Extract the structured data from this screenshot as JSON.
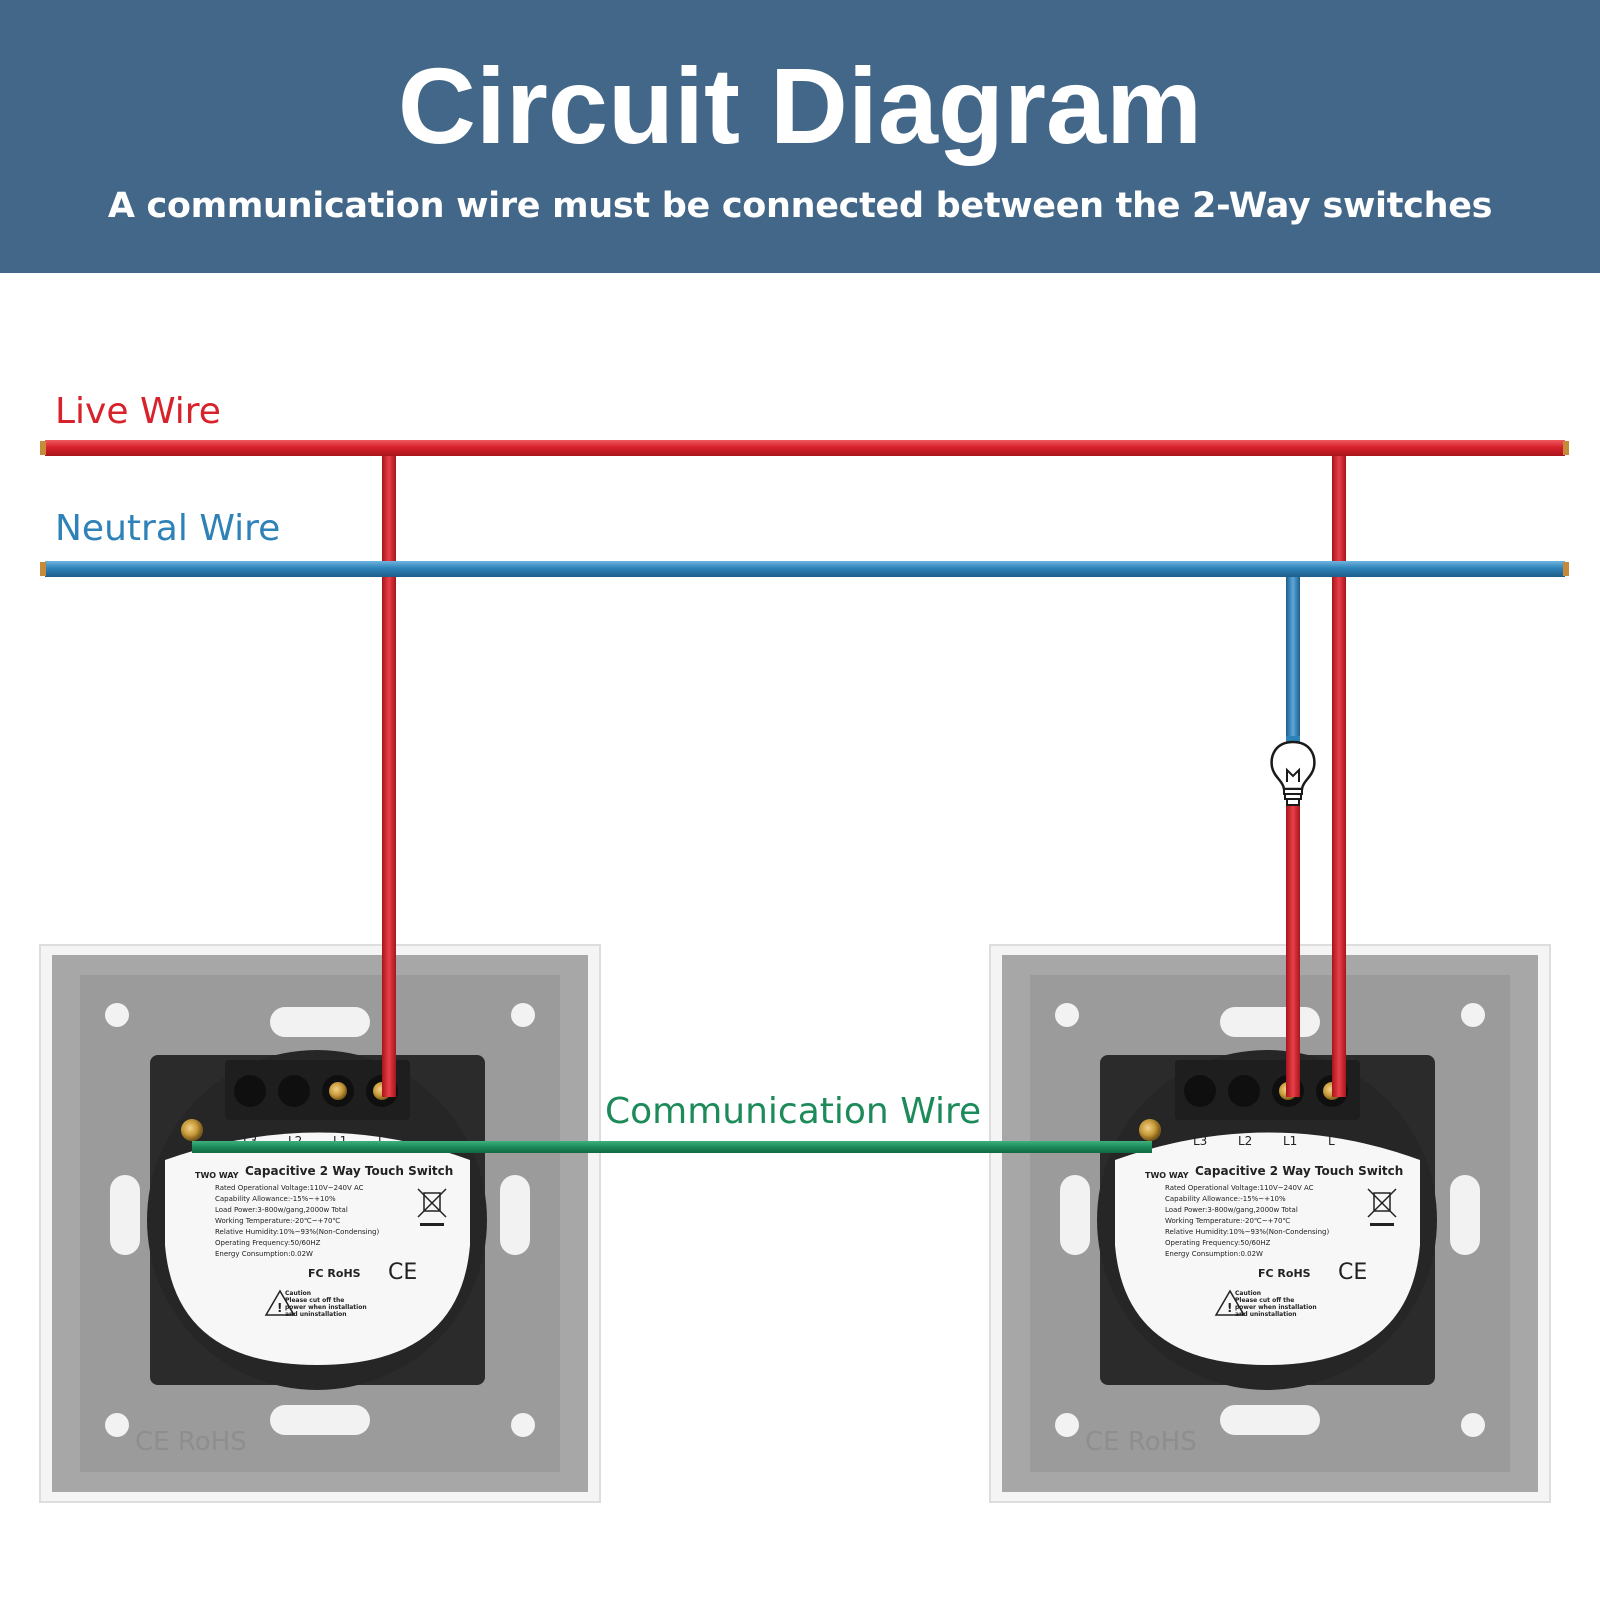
{
  "header": {
    "title": "Circuit Diagram",
    "subtitle": "A communication wire must be connected between the 2-Way switches"
  },
  "wires": {
    "live_label": "Live Wire",
    "neutral_label": "Neutral Wire",
    "communication_label": "Communication Wire"
  },
  "switch": {
    "terminals": [
      "L3",
      "L2",
      "L1",
      "L"
    ],
    "type_tag": "TWO WAY",
    "product_name": "Capacitive 2 Way Touch Switch",
    "specs": [
      "Rated Operational Voltage:110V~240V AC",
      "Capability Allowance:-15%~+10%",
      "Load Power:3-800w/gang,2000w Total",
      "Working Temperature:-20℃~+70℃",
      "Relative Humidity:10%~93%(Non-Condensing)",
      "Operating Frequency:50/60HZ",
      "Energy Consumption:0.02W"
    ],
    "cert_marks": "FC RoHS",
    "ce_mark": "CE",
    "caution": [
      "Caution",
      "Please cut off the",
      "power when installation",
      "and uninstallation"
    ],
    "embossed": "CE RoHS"
  },
  "colors": {
    "header_bg": "#436789",
    "live": "#d8222b",
    "neutral": "#2e82b8",
    "communication": "#1d8a5a"
  },
  "icons": [
    "light-bulb-icon",
    "warning-triangle-icon",
    "weee-bin-icon"
  ]
}
